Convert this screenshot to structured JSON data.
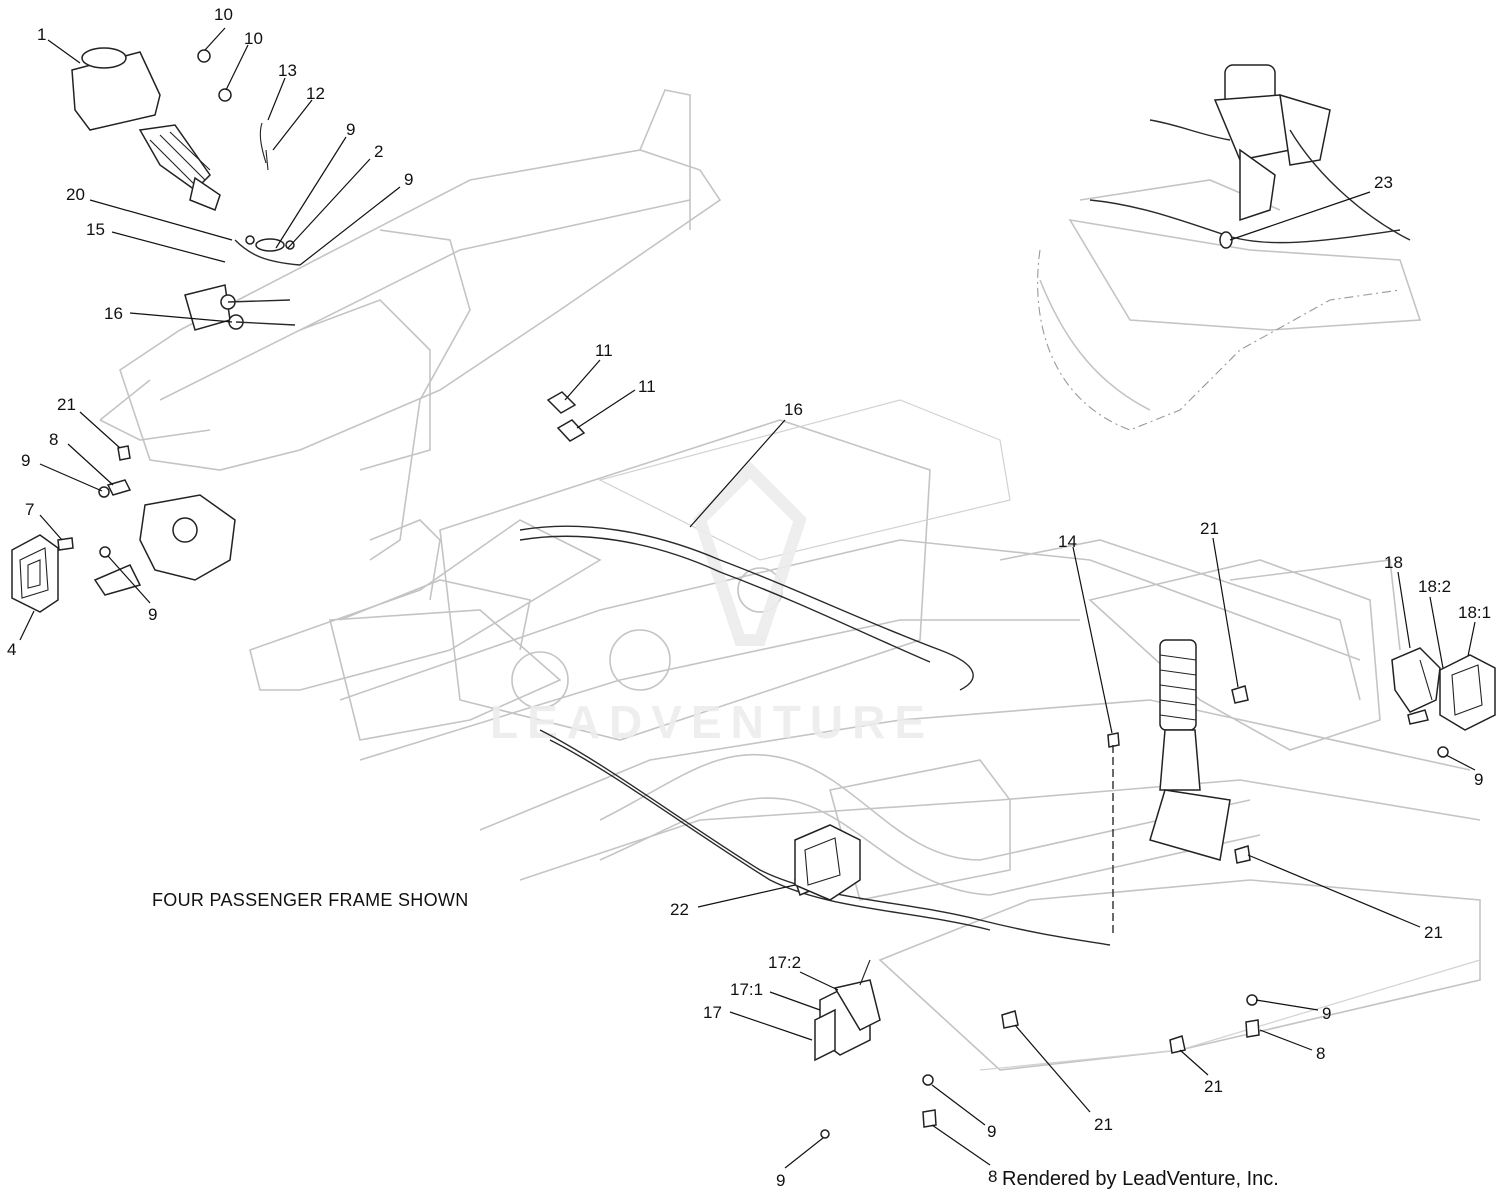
{
  "caption": "FOUR PASSENGER FRAME SHOWN",
  "credit": "Rendered by LeadVenture, Inc.",
  "watermark": "LEADVENTURE",
  "callouts": {
    "c1": "1",
    "c10a": "10",
    "c10b": "10",
    "c13": "13",
    "c12": "12",
    "c9a": "9",
    "c2": "2",
    "c9b": "9",
    "c20": "20",
    "c15": "15",
    "c16a": "16",
    "c11a": "11",
    "c11b": "11",
    "c16b": "16",
    "c21a": "21",
    "c8a": "8",
    "c9c": "9",
    "c7": "7",
    "c4": "4",
    "c9d": "9",
    "c23": "23",
    "c14": "14",
    "c21b": "21",
    "c18": "18",
    "c182": "18:2",
    "c181": "18:1",
    "c9e": "9",
    "c21c": "21",
    "c22": "22",
    "c172": "17:2",
    "c171": "17:1",
    "c17": "17",
    "c9f": "9",
    "c8b": "8",
    "c21d": "21",
    "c21e": "21",
    "c9g": "9",
    "c9h": "9",
    "c8c": "8"
  }
}
